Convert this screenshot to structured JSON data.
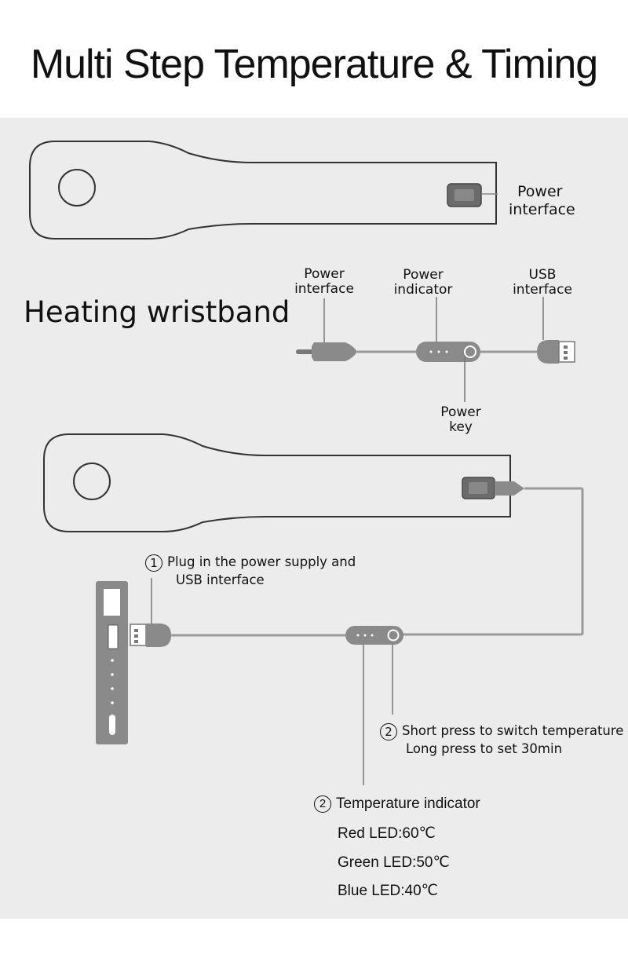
{
  "title": "Multi Step Temperature & Timing",
  "product_label": "Heating wristband",
  "top_band": {
    "power_interface": [
      "Power",
      "interface"
    ]
  },
  "cable_labels": {
    "power_interface": [
      "Power",
      "interface"
    ],
    "power_indicator": [
      "Power",
      "indicator"
    ],
    "usb_interface": [
      "USB",
      "interface"
    ],
    "power_key": [
      "Power",
      "key"
    ]
  },
  "steps": {
    "step1": {
      "number": "1",
      "lines": [
        "Plug in the power supply and",
        "USB interface"
      ]
    },
    "step2_key": {
      "number": "2",
      "lines": [
        "Short press to switch temperature",
        "Long press to set 30min"
      ]
    },
    "step2_indicator": {
      "number": "2",
      "label": "Temperature indicator"
    }
  },
  "temperatures": [
    {
      "text": "Red LED:60℃"
    },
    {
      "text": "Green LED:50℃"
    },
    {
      "text": "Blue LED:40℃"
    }
  ],
  "colors": {
    "panel": "#ececec",
    "outline": "#333333",
    "device": "#8a8a8a",
    "cable": "#9a9a9a"
  }
}
